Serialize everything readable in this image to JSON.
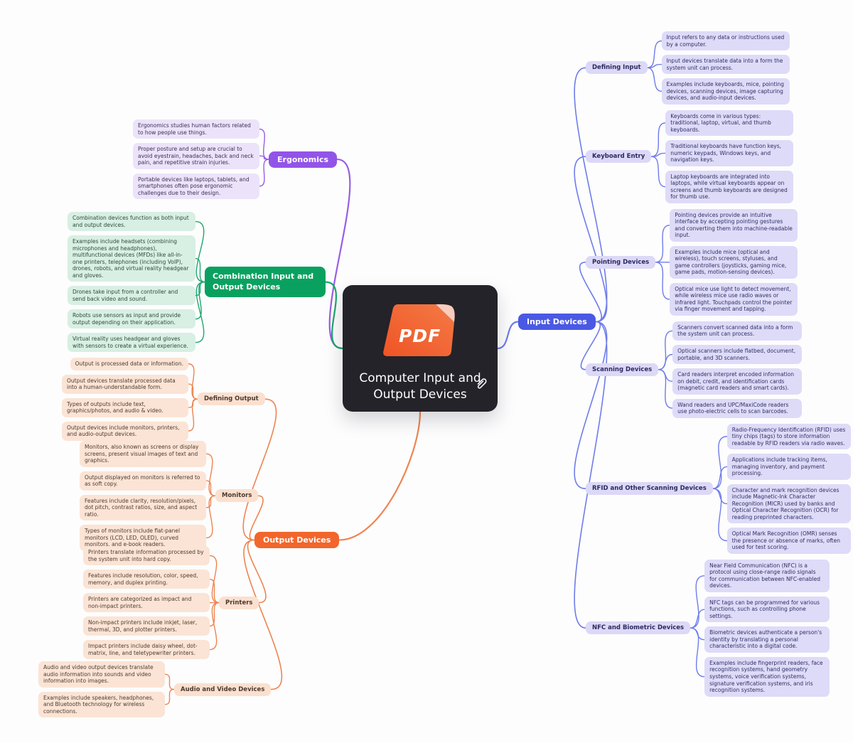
{
  "central": {
    "title": "Computer Input and Output Devices",
    "pdf_badge": "PDF"
  },
  "colors": {
    "background": "#fdfdfe",
    "central_bg": "#232329",
    "pdf_orange": "#ee4e22",
    "input": {
      "node": "#4a59e4",
      "edge": "#6e7ce9",
      "leaf_bg": "#dedbf8",
      "text": "#2e2e63"
    },
    "ergonomics": {
      "node": "#9254e8",
      "edge": "#975fe3",
      "leaf_bg": "#ece3fa",
      "text": "#3a2f55"
    },
    "combination": {
      "node": "#0aa160",
      "edge": "#1ea76f",
      "leaf_bg": "#d8efe3",
      "text": "#2c4a3b"
    },
    "output": {
      "node": "#f2662c",
      "edge": "#ee8450",
      "leaf_bg": "#fbe4d5",
      "text": "#4c3a2f"
    }
  },
  "branches": {
    "input": {
      "label": "Input Devices",
      "groups": [
        {
          "label": "Defining Input",
          "leaves": [
            "Input refers to any data or instructions used by a computer.",
            "Input devices translate data into a form the system unit can process.",
            "Examples include keyboards, mice, pointing devices, scanning devices, image capturing devices, and audio-input devices."
          ]
        },
        {
          "label": "Keyboard Entry",
          "leaves": [
            "Keyboards come in various types: traditional, laptop, virtual, and thumb keyboards.",
            "Traditional keyboards have function keys, numeric keypads, Windows keys, and navigation keys.",
            "Laptop keyboards are integrated into laptops, while virtual keyboards appear on screens and thumb keyboards are designed for thumb use."
          ]
        },
        {
          "label": "Pointing Devices",
          "leaves": [
            "Pointing devices provide an intuitive interface by accepting pointing gestures and converting them into machine-readable input.",
            "Examples include mice (optical and wireless), touch screens, styluses, and game controllers (joysticks, gaming mice, game pads, motion-sensing devices).",
            "Optical mice use light to detect movement, while wireless mice use radio waves or infrared light. Touchpads control the pointer via finger movement and tapping."
          ]
        },
        {
          "label": "Scanning Devices",
          "leaves": [
            "Scanners convert scanned data into a form the system unit can process.",
            "Optical scanners include flatbed, document, portable, and 3D scanners.",
            "Card readers interpret encoded information on debit, credit, and identification cards (magnetic card readers and smart cards).",
            "Wand readers and UPC/MaxiCode readers use photo-electric cells to scan barcodes."
          ]
        },
        {
          "label": "RFID and Other Scanning Devices",
          "leaves": [
            "Radio-Frequency Identification (RFID) uses tiny chips (tags) to store information readable by RFID readers via radio waves.",
            "Applications include tracking items, managing inventory, and payment processing.",
            "Character and mark recognition devices include Magnetic-Ink Character Recognition (MICR) used by banks and Optical Character Recognition (OCR) for reading preprinted characters.",
            "Optical Mark Recognition (OMR) senses the presence or absence of marks, often used for test scoring."
          ]
        },
        {
          "label": "NFC and Biometric Devices",
          "leaves": [
            "Near Field Communication (NFC) is a protocol using close-range radio signals for communication between NFC-enabled devices.",
            "NFC tags can be programmed for various functions, such as controlling phone settings.",
            "Biometric devices authenticate a person's identity by translating a personal characteristic into a digital code.",
            "Examples include fingerprint readers, face recognition systems, hand geometry systems, voice verification systems, signature verification systems, and iris recognition systems."
          ]
        }
      ]
    },
    "ergonomics": {
      "label": "Ergonomics",
      "leaves": [
        "Ergonomics studies human factors related to how people use things.",
        "Proper posture and setup are crucial to avoid eyestrain, headaches, back and neck pain, and repetitive strain injuries.",
        "Portable devices like laptops, tablets, and smartphones often pose ergonomic challenges due to their design."
      ]
    },
    "combination": {
      "label": "Combination Input and Output Devices",
      "leaves": [
        "Combination devices function as both input and output devices.",
        "Examples include headsets (combining microphones and headphones), multifunctional devices (MFDs) like all-in-one printers, telephones (including VoIP), drones, robots, and virtual reality headgear and gloves.",
        "Drones take input from a controller and send back video and sound.",
        "Robots use sensors as input and provide output depending on their application.",
        "Virtual reality uses headgear and gloves with sensors to create a virtual experience."
      ]
    },
    "output": {
      "label": "Output Devices",
      "groups": [
        {
          "label": "Defining Output",
          "leaves": [
            "Output is processed data or information.",
            "Output devices translate processed data into a human-understandable form.",
            "Types of outputs include text, graphics/photos, and audio & video.",
            "Output devices include monitors, printers, and audio-output devices."
          ]
        },
        {
          "label": "Monitors",
          "leaves": [
            "Monitors, also known as screens or display screens, present visual images of text and graphics.",
            "Output displayed on monitors is referred to as soft copy.",
            "Features include clarity, resolution/pixels, dot pitch, contrast ratios, size, and aspect ratio.",
            "Types of monitors include flat-panel monitors (LCD, LED, OLED), curved monitors, and e-book readers."
          ]
        },
        {
          "label": "Printers",
          "leaves": [
            "Printers translate information processed by the system unit into hard copy.",
            "Features include resolution, color, speed, memory, and duplex printing.",
            "Printers are categorized as impact and non-impact printers.",
            "Non-impact printers include inkjet, laser, thermal, 3D, and plotter printers.",
            "Impact printers include daisy wheel, dot-matrix, line, and teletypewriter printers."
          ]
        },
        {
          "label": "Audio and Video Devices",
          "leaves": [
            "Audio and video output devices translate audio information into sounds and video information into images.",
            "Examples include speakers, headphones, and Bluetooth technology for wireless connections."
          ]
        }
      ]
    }
  }
}
